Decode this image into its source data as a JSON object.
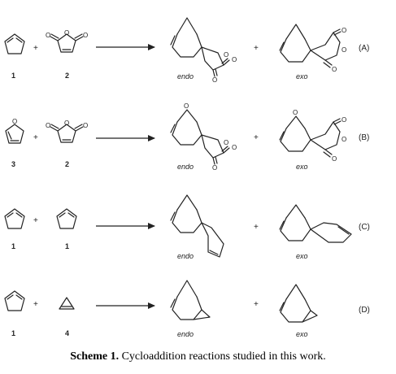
{
  "caption": {
    "label": "Scheme 1.",
    "text": "Cycloaddition reactions studied in this work."
  },
  "atoms": {
    "oxygen": "O"
  },
  "plus_sign": "+",
  "reactions": [
    {
      "id": "A",
      "label": "(A)",
      "reactant1": "1",
      "reactant2": "2",
      "product1": "endo",
      "product2": "exo"
    },
    {
      "id": "B",
      "label": "(B)",
      "reactant1": "3",
      "reactant2": "2",
      "product1": "endo",
      "product2": "exo"
    },
    {
      "id": "C",
      "label": "(C)",
      "reactant1": "1",
      "reactant2": "1",
      "product1": "endo",
      "product2": "exo"
    },
    {
      "id": "D",
      "label": "(D)",
      "reactant1": "1",
      "reactant2": "4",
      "product1": "endo",
      "product2": "exo"
    }
  ]
}
